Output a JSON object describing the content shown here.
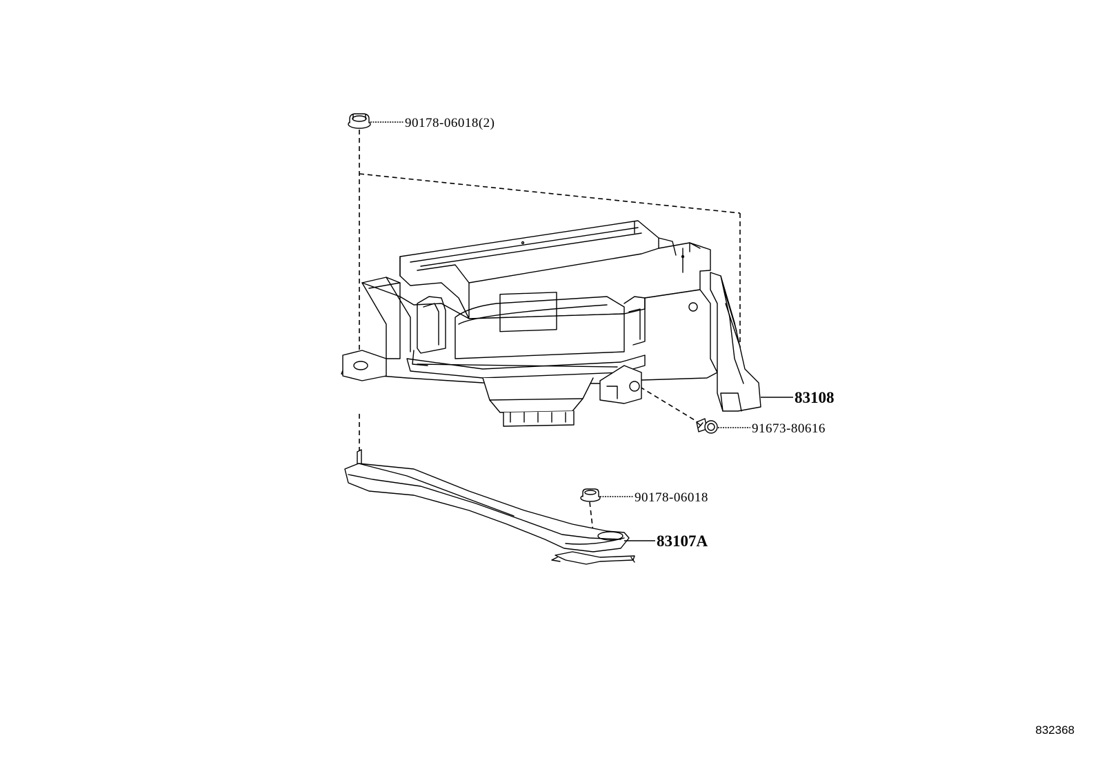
{
  "parts": {
    "clip_top": {
      "number": "90178-06018(2)"
    },
    "sensor_assembly": {
      "number": "83108"
    },
    "screw": {
      "number": "91673-80616"
    },
    "clip_bottom": {
      "number": "90178-06018"
    },
    "bracket": {
      "number": "83107A"
    }
  },
  "drawing_number": "832368",
  "colors": {
    "line": "#000000",
    "background": "#ffffff"
  }
}
